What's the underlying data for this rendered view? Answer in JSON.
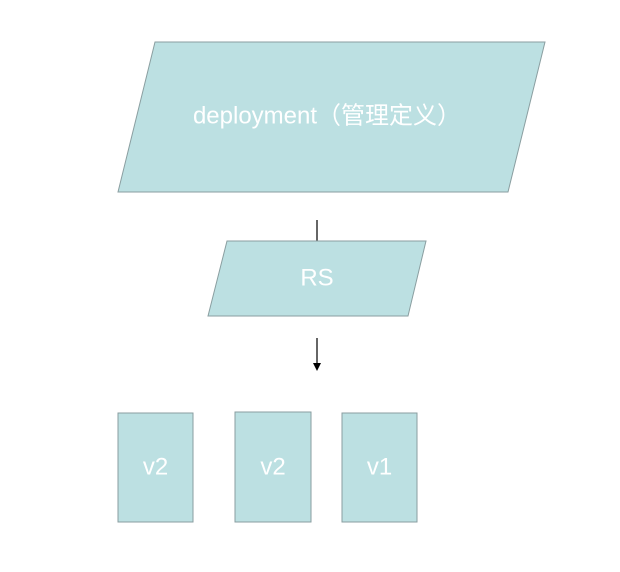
{
  "diagram": {
    "deployment_label": "deployment（管理定义）",
    "rs_label": "RS",
    "pods": [
      {
        "label": "v2"
      },
      {
        "label": "v2"
      },
      {
        "label": "v1"
      }
    ]
  },
  "colors": {
    "node_fill": "#bce0e2",
    "node_stroke": "#8a9ea0",
    "label_text": "#ffffff",
    "arrow": "#000000"
  }
}
